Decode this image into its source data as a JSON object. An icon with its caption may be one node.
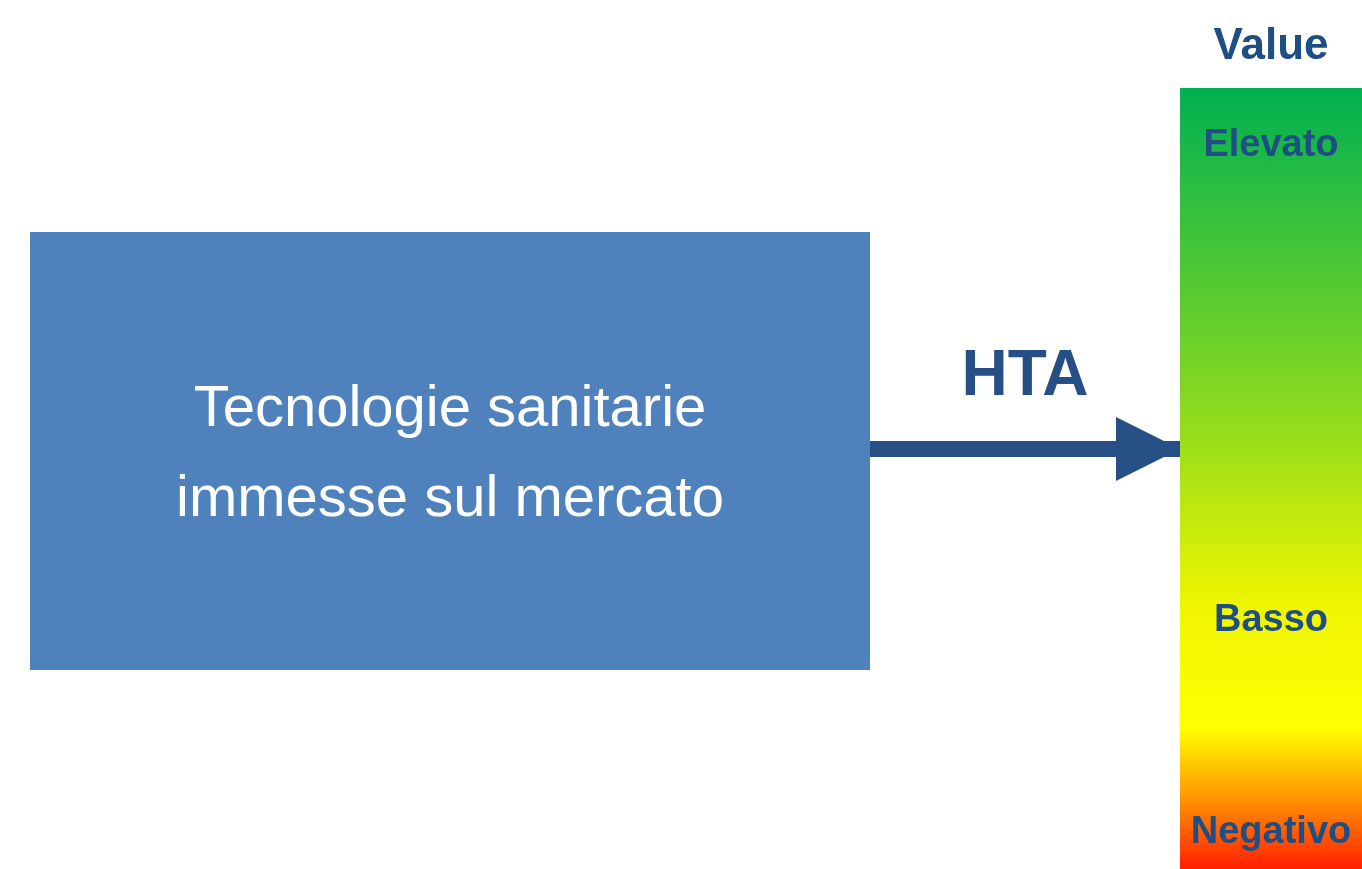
{
  "diagram": {
    "nodes": [
      {
        "text": [
          "Tecnologie sanitarie immesse sul mercato"
        ]
      },
      {
        "text": [
          "Value",
          "Elevato",
          "Basso",
          "Negativo"
        ]
      }
    ],
    "edges": [
      {
        "from": 0,
        "to": 1,
        "arrow": "to",
        "label": "HTA"
      }
    ]
  }
}
